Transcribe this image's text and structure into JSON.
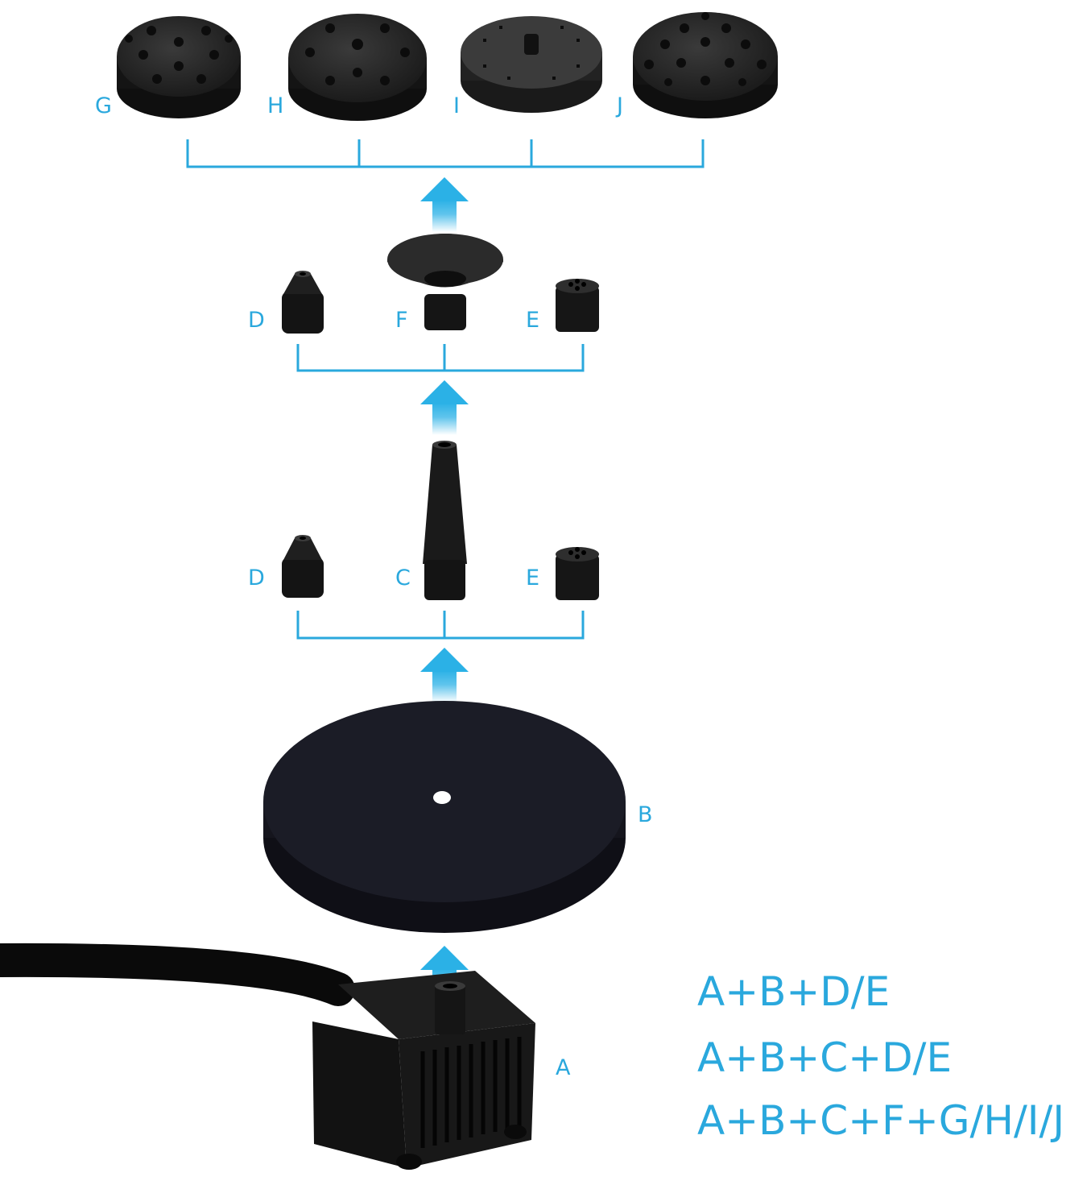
{
  "parts": {
    "g": "G",
    "h": "H",
    "i": "I",
    "j": "J",
    "d_top": "D",
    "f": "F",
    "e_top": "E",
    "d_mid": "D",
    "c": "C",
    "e_mid": "E",
    "b": "B",
    "a": "A"
  },
  "combinations": [
    "A+B+D/E",
    "A+B+C+D/E",
    "A+B+C+F+G/H/I/J"
  ],
  "colors": {
    "accent": "#2aa8dd",
    "part": "#1c1c1c",
    "arrow": "#2bb1e6"
  }
}
